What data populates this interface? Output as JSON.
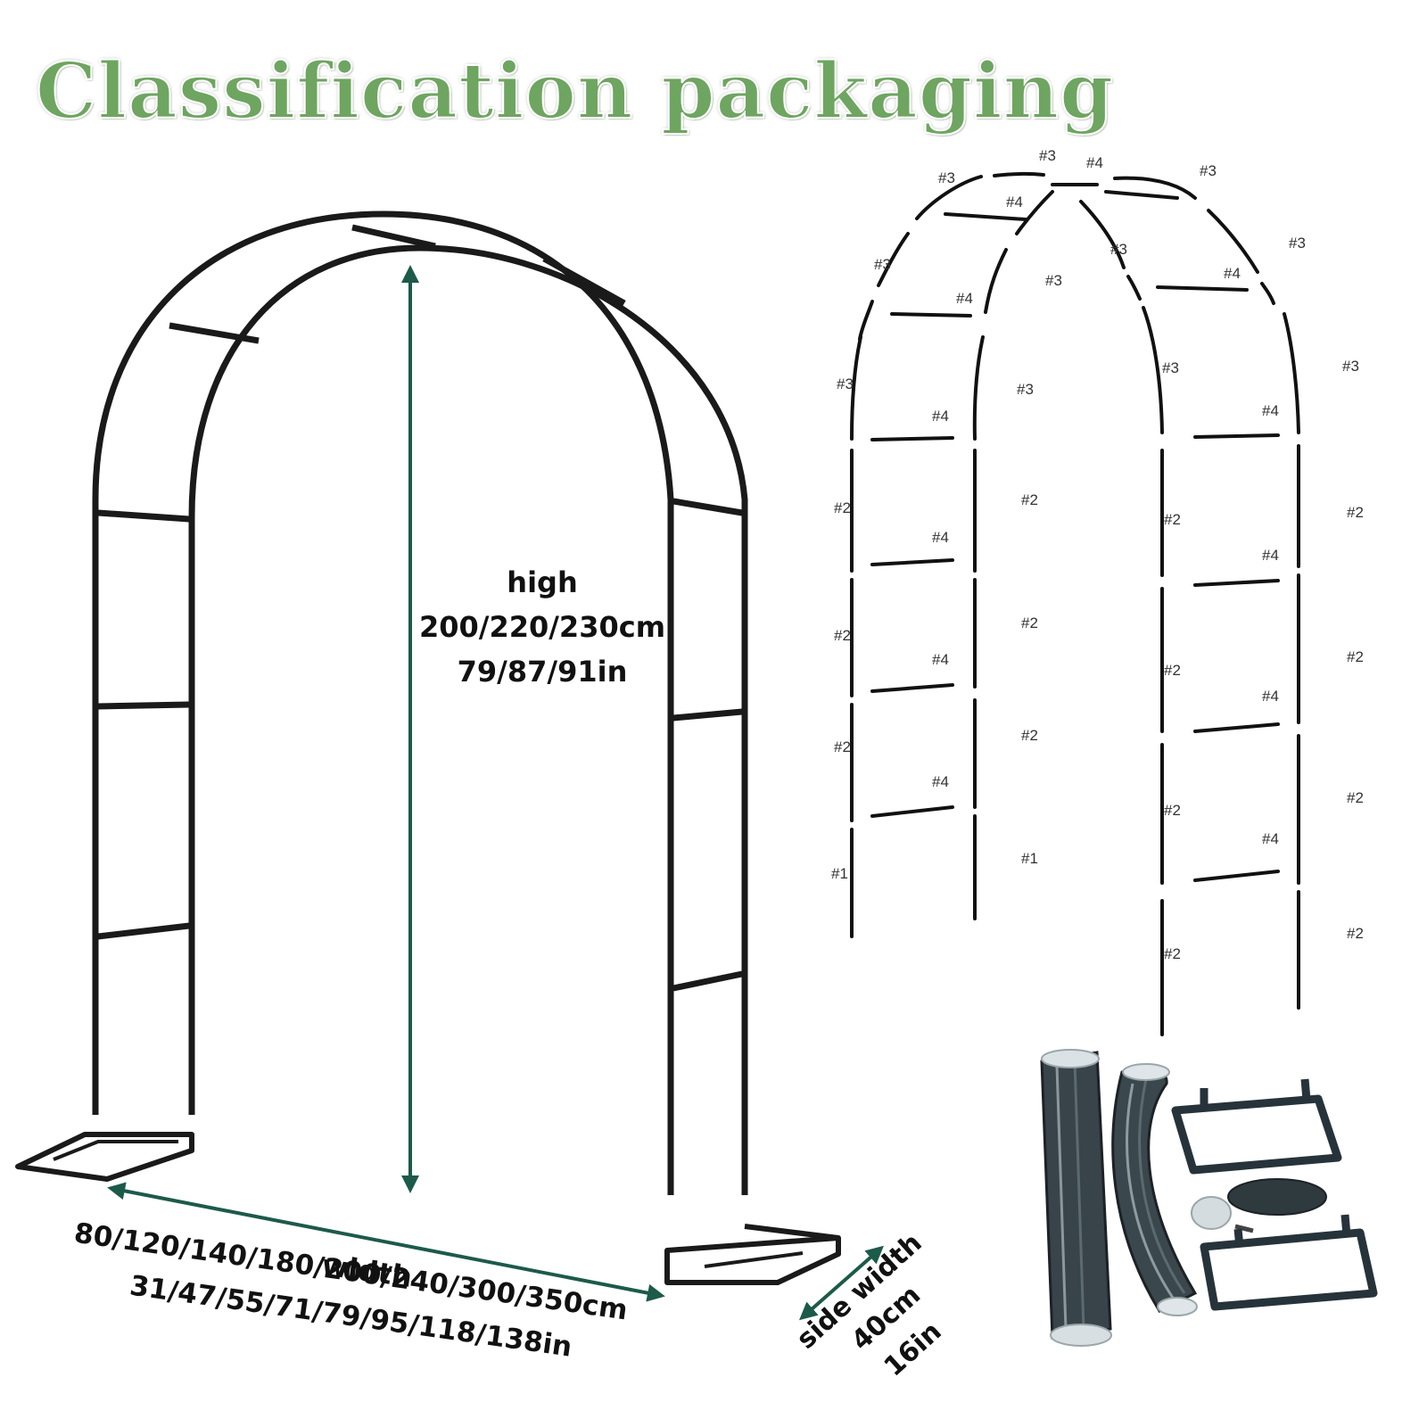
{
  "title": "Classification packaging",
  "colors": {
    "title": "#6ea560",
    "arrow": "#1c5a4a",
    "frame": "#1a1a1a"
  },
  "dimensions": {
    "high_label": "high",
    "high_cm": "200/220/230cm",
    "high_in": "79/87/91in",
    "width_label": "width",
    "width_cm": "80/120/140/180/200/240/300/350cm",
    "width_in": "31/47/55/71/79/95/118/138in",
    "side_label": "side width",
    "side_cm": "40cm",
    "side_in": "16in"
  },
  "part_labels": {
    "p1": "#1",
    "p2": "#2",
    "p3": "#3",
    "p4": "#4"
  }
}
